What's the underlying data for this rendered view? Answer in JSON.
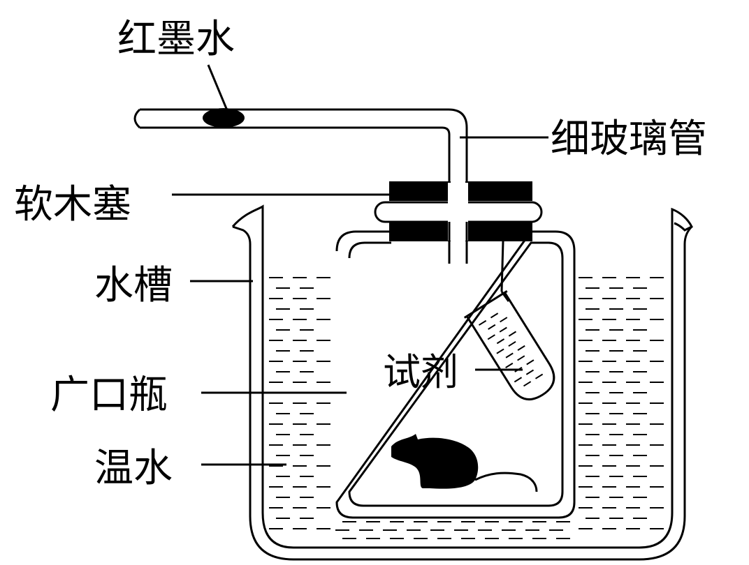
{
  "labels": {
    "red_ink": "红墨水",
    "thin_glass_tube": "细玻璃管",
    "cork_stopper": "软木塞",
    "water_tank": "水槽",
    "wide_mouth_bottle": "广口瓶",
    "warm_water": "温水",
    "reagent": "试剂"
  },
  "icons": {
    "animal": "mouse-icon",
    "ink_drop": "ink-drop-icon"
  },
  "colors": {
    "ink": "#000000",
    "background": "#ffffff"
  }
}
